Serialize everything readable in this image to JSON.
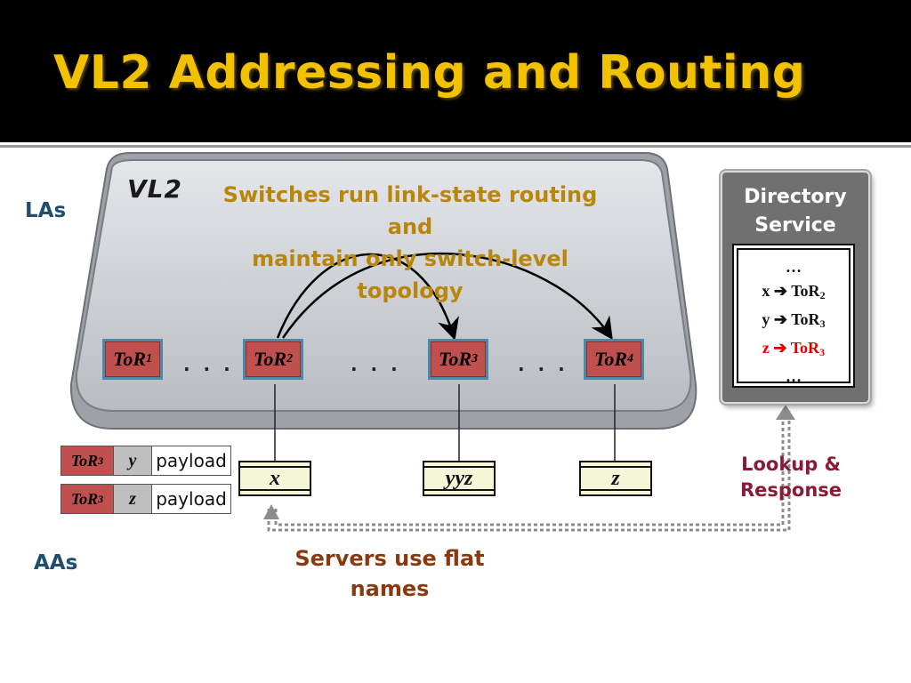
{
  "slide": {
    "title": "VL2 Addressing and Routing"
  },
  "side_labels": {
    "las": "LAs",
    "aas": "AAs"
  },
  "vl2_box": {
    "logo": "VL2",
    "caption_line1": "Switches run link-state routing and",
    "caption_line2": "maintain only switch-level",
    "caption_line3": "topology"
  },
  "tors": [
    {
      "base": "ToR",
      "sub": "1"
    },
    {
      "base": "ToR",
      "sub": "2"
    },
    {
      "base": "ToR",
      "sub": "3"
    },
    {
      "base": "ToR",
      "sub": "4"
    }
  ],
  "ellipsis": ". . .",
  "servers": [
    {
      "name": "x"
    },
    {
      "name": "yyz"
    },
    {
      "name": "z"
    }
  ],
  "packets": [
    {
      "tor_base": "ToR",
      "tor_sub": "3",
      "name": "y",
      "payload": "payload"
    },
    {
      "tor_base": "ToR",
      "tor_sub": "3",
      "name": "z",
      "payload": "payload"
    }
  ],
  "directory": {
    "title_line1": "Directory",
    "title_line2": "Service",
    "rows": [
      {
        "text": "…"
      },
      {
        "left": "x",
        "arrow": "➔",
        "base": "ToR",
        "sub": "2"
      },
      {
        "left": "y",
        "arrow": "➔",
        "base": "ToR",
        "sub": "3"
      },
      {
        "left": "z",
        "arrow": "➔",
        "base": "ToR",
        "sub": "3",
        "highlight": true
      },
      {
        "text": "…"
      }
    ]
  },
  "notes": {
    "lookup_line1": "Lookup &",
    "lookup_line2": "Response",
    "servers_line1": "Servers use flat",
    "servers_line2": "names"
  },
  "colors": {
    "title": "#f2c200",
    "caption": "#b8860b",
    "lookup": "#8b1a3a",
    "servers_note": "#8b3a10",
    "side_labels": "#1f4e6e",
    "tor_fill": "#c0504d",
    "highlight_row": "#e00000"
  }
}
